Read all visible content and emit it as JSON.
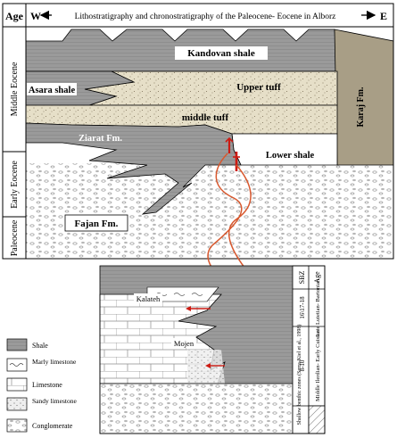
{
  "header": {
    "age_label": "Age",
    "west": "W",
    "east": "E",
    "title": "Lithostratigraphy and chronostratigraphy of the Paleocene- Eocene in Alborz"
  },
  "upper_ages": [
    "Middle Eocene",
    "Early Eocene",
    "Paleocene"
  ],
  "formations": {
    "kandovan": "Kandovan shale",
    "asara": "Asara shale",
    "upper_tuff": "Upper tuff",
    "middle_tuff": "middle tuff",
    "ziarat": "Ziarat Fm.",
    "lower_shale": "Lower shale",
    "karaj": "Karaj Fm.",
    "fajan": "Fajan Fm."
  },
  "lower_section": {
    "kalateh": "Kalateh",
    "mojen": "Mojen",
    "sbz_header": "SBZ",
    "age_header": "Age",
    "sbz_upper": "16\\17-18",
    "age_upper": "Late Lutetian- Bartonian",
    "sbz_lower": "8-10",
    "age_lower": "Middle Ilerdian- Early Cuisian",
    "side_label": "Shallow benthic zones (Serra-Kiel et al., 1998)"
  },
  "legend": [
    {
      "key": "shale",
      "label": "Shale"
    },
    {
      "key": "marly",
      "label": "Marly limestone"
    },
    {
      "key": "limestone",
      "label": "Limestone"
    },
    {
      "key": "sandy",
      "label": "Sandy limestone"
    },
    {
      "key": "conglomerate",
      "label": "Conglomerate"
    }
  ],
  "colors": {
    "shale": "#9a9a9a",
    "tuff": "#e6dfc8",
    "karaj": "#a89e86",
    "link": "#d8582e",
    "marker": "#cc1a12"
  }
}
